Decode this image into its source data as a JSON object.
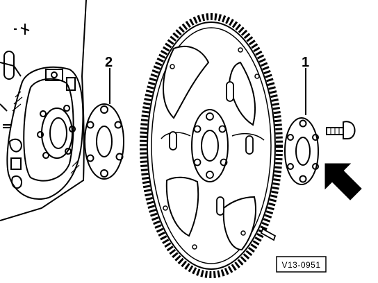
{
  "callouts": {
    "part_1": "1",
    "part_2": "2"
  },
  "figure_ref": "V13-0951",
  "colors": {
    "ink": "#000000",
    "paper": "#ffffff"
  },
  "icons": {
    "direction_arrow": "arrow-icon"
  }
}
